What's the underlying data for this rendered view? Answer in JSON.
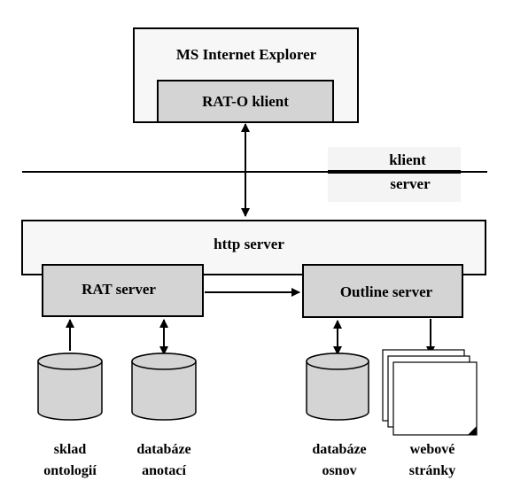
{
  "browser": {
    "title": "MS Internet Explorer",
    "client_label": "RAT-O klient"
  },
  "divider": {
    "top_label": "klient",
    "bottom_label": "server"
  },
  "http_server": {
    "label": "http server"
  },
  "rat_server": {
    "label": "RAT server"
  },
  "outline_server": {
    "label": "Outline server"
  },
  "stores": [
    {
      "line1": "sklad",
      "line2": "ontologií"
    },
    {
      "line1": "databáze",
      "line2": "anotací"
    },
    {
      "line1": "databáze",
      "line2": "osnov"
    },
    {
      "line1": "webové",
      "line2": "stránky"
    }
  ]
}
